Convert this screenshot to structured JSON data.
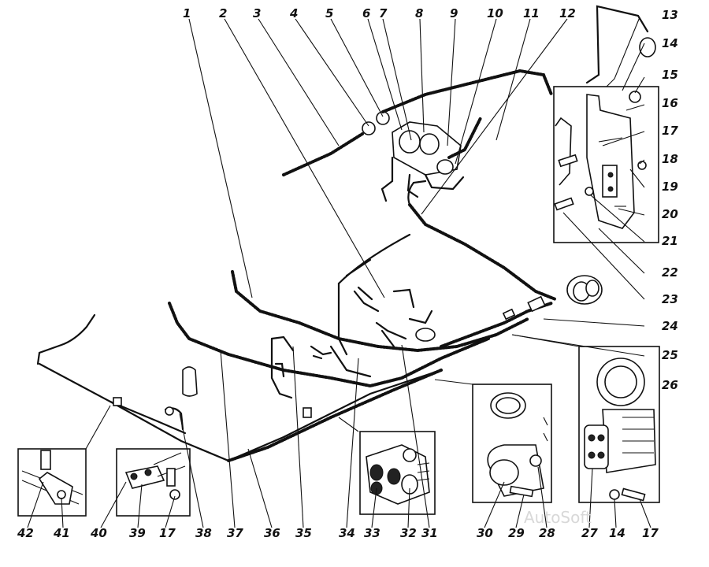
{
  "watermark": "AutoSoft",
  "callouts": [
    {
      "id": "1",
      "text": "1"
    },
    {
      "id": "2",
      "text": "2"
    },
    {
      "id": "3",
      "text": "3"
    },
    {
      "id": "4",
      "text": "4"
    },
    {
      "id": "5",
      "text": "5"
    },
    {
      "id": "6",
      "text": "6"
    },
    {
      "id": "7",
      "text": "7"
    },
    {
      "id": "8",
      "text": "8"
    },
    {
      "id": "9",
      "text": "9"
    },
    {
      "id": "10",
      "text": "10"
    },
    {
      "id": "11",
      "text": "11"
    },
    {
      "id": "12",
      "text": "12"
    },
    {
      "id": "13",
      "text": "13"
    },
    {
      "id": "14a",
      "text": "14"
    },
    {
      "id": "15",
      "text": "15"
    },
    {
      "id": "16",
      "text": "16"
    },
    {
      "id": "17a",
      "text": "17"
    },
    {
      "id": "18",
      "text": "18"
    },
    {
      "id": "19",
      "text": "19"
    },
    {
      "id": "20",
      "text": "20"
    },
    {
      "id": "21",
      "text": "21"
    },
    {
      "id": "22",
      "text": "22"
    },
    {
      "id": "23",
      "text": "23"
    },
    {
      "id": "24",
      "text": "24"
    },
    {
      "id": "25",
      "text": "25"
    },
    {
      "id": "26",
      "text": "26"
    },
    {
      "id": "27",
      "text": "27"
    },
    {
      "id": "14b",
      "text": "14"
    },
    {
      "id": "17b",
      "text": "17"
    },
    {
      "id": "28",
      "text": "28"
    },
    {
      "id": "29",
      "text": "29"
    },
    {
      "id": "30",
      "text": "30"
    },
    {
      "id": "31",
      "text": "31"
    },
    {
      "id": "32",
      "text": "32"
    },
    {
      "id": "33",
      "text": "33"
    },
    {
      "id": "34",
      "text": "34"
    },
    {
      "id": "35",
      "text": "35"
    },
    {
      "id": "36",
      "text": "36"
    },
    {
      "id": "37",
      "text": "37"
    },
    {
      "id": "38",
      "text": "38"
    },
    {
      "id": "17c",
      "text": "17"
    },
    {
      "id": "39",
      "text": "39"
    },
    {
      "id": "40",
      "text": "40"
    },
    {
      "id": "41",
      "text": "41"
    },
    {
      "id": "42",
      "text": "42"
    }
  ]
}
